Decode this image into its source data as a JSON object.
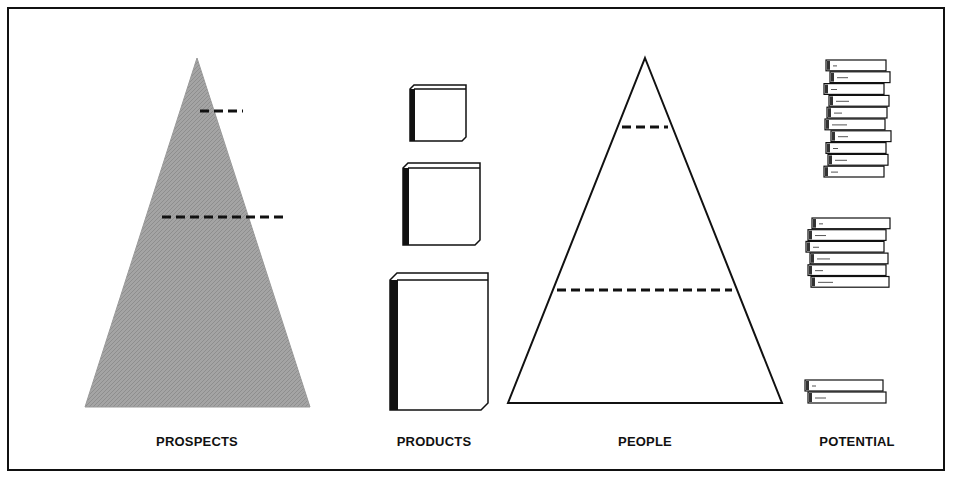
{
  "diagram": {
    "labels": [
      "PROSPECTS",
      "PRODUCTS",
      "PEOPLE",
      "POTENTIAL"
    ]
  }
}
